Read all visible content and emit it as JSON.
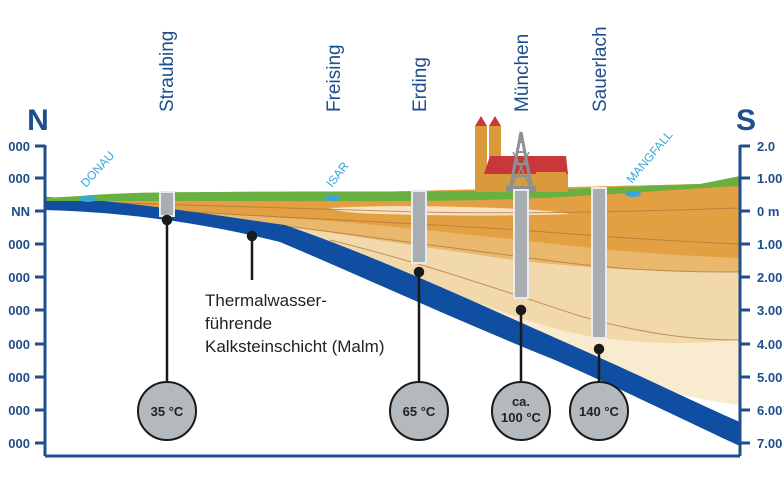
{
  "header": {
    "north": "N",
    "south": "S"
  },
  "cities": [
    {
      "label": "Straubing"
    },
    {
      "label": "Freising"
    },
    {
      "label": "Erding"
    },
    {
      "label": "München"
    },
    {
      "label": "Sauerlach"
    }
  ],
  "rivers": [
    {
      "label": "DONAU"
    },
    {
      "label": "ISAR"
    },
    {
      "label": "MANGFALL"
    }
  ],
  "axis_left": [
    "000",
    "000",
    "NN",
    "000",
    "000",
    "000",
    "000",
    "000",
    "000",
    "000"
  ],
  "axis_right": [
    "2.0",
    "1.00",
    "0 m",
    "1.00",
    "2.00",
    "3.00",
    "4.00",
    "5.00",
    "6.00",
    "7.00"
  ],
  "annotation": {
    "line1": "Thermalwasser-",
    "line2": "führende",
    "line3": "Kalksteinschicht (Malm)"
  },
  "temperatures": [
    {
      "line1": "35 °C",
      "line2": ""
    },
    {
      "line1": "65 °C",
      "line2": ""
    },
    {
      "line1": "ca.",
      "line2": "100 °C"
    },
    {
      "line1": "140 °C",
      "line2": ""
    }
  ],
  "colors": {
    "frame": "#1e4e8c",
    "malm": "#0f4ea0",
    "grass": "#6ab040",
    "church": "#c8383a",
    "tower": "#d89a3a",
    "layer_dark": "#e3a042",
    "layer_mid": "#eab86c",
    "layer_light": "#f2d9ab",
    "layer_pale": "#f9ebd0",
    "well": "#a8adb2",
    "bubble": "#b4b9bd"
  }
}
